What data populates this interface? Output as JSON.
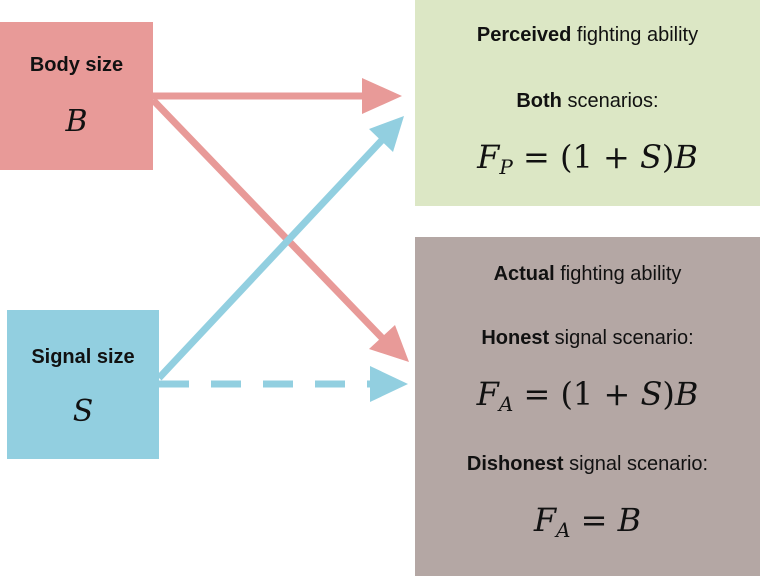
{
  "body_box": {
    "title": "Body size",
    "symbol": "B"
  },
  "signal_box": {
    "title": "Signal size",
    "symbol": "S"
  },
  "perceived_box": {
    "title_bold": "Perceived",
    "title_rest": " fighting ability",
    "scenario_bold": "Both",
    "scenario_rest": " scenarios:",
    "eq_lhs": "F",
    "eq_sub": "P",
    "eq_rhs_pre": " = (1 + ",
    "eq_rhs_var": "S",
    "eq_rhs_mid": ")",
    "eq_rhs_var2": "B"
  },
  "actual_box": {
    "title_bold": "Actual",
    "title_rest": " fighting ability",
    "honest_bold": "Honest",
    "honest_rest": " signal scenario:",
    "honest_eq_lhs": "F",
    "honest_eq_sub": "A",
    "honest_eq_rhs_pre": " = (1 + ",
    "honest_eq_rhs_var": "S",
    "honest_eq_rhs_mid": ")",
    "honest_eq_rhs_var2": "B",
    "dishonest_bold": "Dishonest",
    "dishonest_rest": " signal scenario:",
    "dishonest_eq_lhs": "F",
    "dishonest_eq_sub": "A",
    "dishonest_eq_rhs_pre": " = ",
    "dishonest_eq_rhs_var": "B"
  },
  "colors": {
    "body": "#e89a98",
    "signal": "#92cfe0",
    "perceived": "#dce7c5",
    "actual": "#b4a7a4",
    "arrow_pink": "#e89a98",
    "arrow_blue": "#92cfe0"
  }
}
